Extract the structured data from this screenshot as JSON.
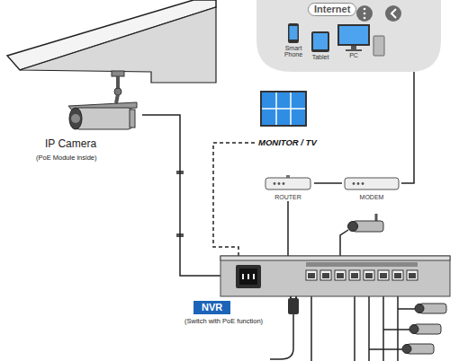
{
  "diagram": {
    "nodes": [
      {
        "text": [
          "Internet"
        ]
      },
      {
        "text": [
          "Smart Phone"
        ],
        "in": 0
      },
      {
        "text": [
          "Tablet"
        ],
        "in": 0
      },
      {
        "text": [
          "PC"
        ],
        "in": 0
      },
      {
        "text": [
          "IP Camera",
          "(PoE Module inside)"
        ]
      },
      {
        "text": [
          "MONITOR / TV"
        ]
      },
      {
        "text": [
          "ROUTER"
        ]
      },
      {
        "text": [
          "MODEM"
        ]
      },
      {
        "text": [
          "NVR",
          "(Switch with PoE function)"
        ]
      }
    ],
    "edges": [
      {
        "from": 4,
        "to": 8,
        "arrow": "none"
      },
      {
        "from": 5,
        "to": 8,
        "arrow": "none"
      },
      {
        "from": 6,
        "to": 8,
        "arrow": "none"
      },
      {
        "from": 6,
        "to": 7,
        "arrow": "none"
      },
      {
        "from": 7,
        "to": 0,
        "arrow": "none"
      }
    ]
  }
}
